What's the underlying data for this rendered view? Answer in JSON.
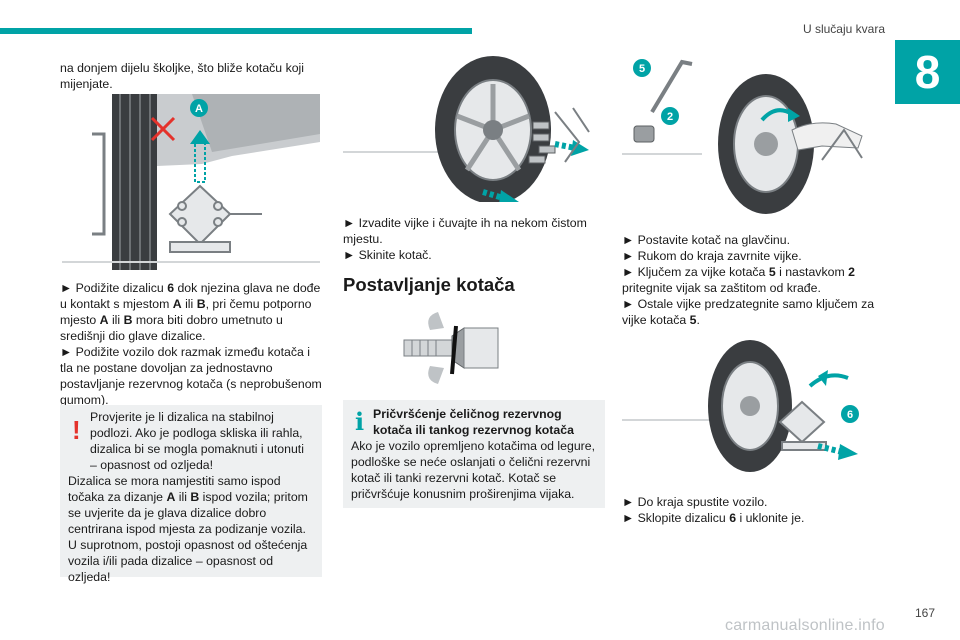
{
  "header": {
    "title": "U slučaju kvara",
    "chapter": "8"
  },
  "col1": {
    "intro": "na donjem dijelu školjke, što bliže kotaču koji mijenjate.",
    "step1_pre": "► Podižite dizalicu ",
    "step1_b1": "6",
    "step1_mid1": " dok njezina glava ne dođe u kontakt s mjestom ",
    "step1_b2": "A",
    "step1_mid2": " ili ",
    "step1_b3": "B",
    "step1_mid3": ", pri čemu potporno mjesto ",
    "step1_b4": "A",
    "step1_mid4": " ili ",
    "step1_b5": "B",
    "step1_end": " mora biti dobro umetnuto u središnji dio glave dizalice.",
    "step2": "► Podižite vozilo dok razmak između kotača i tla ne postane dovoljan za jednostavno postavljanje rezervnog kotača (s neprobušenom gumom).",
    "fig_label_a": "A"
  },
  "warning": {
    "icon": "!",
    "line1": "Provjerite je li dizalica na stabilnoj podlozi. Ako je podloga skliska ili rahla, dizalica bi se mogla pomaknuti i utonuti – opasnost od ozljeda!",
    "line2_pre": "Dizalica se mora namjestiti samo ispod točaka za dizanje ",
    "line2_b1": "A",
    "line2_mid": " ili ",
    "line2_b2": "B",
    "line2_end": " ispod vozila; pritom se uvjerite da je glava dizalice dobro centrirana ispod mjesta za podizanje vozila.",
    "line3": "U suprotnom, postoji opasnost od oštećenja vozila i/ili pada dizalice – opasnost od ozljeda!"
  },
  "col2": {
    "step1": "► Izvadite vijke i čuvajte ih na nekom čistom mjestu.",
    "step2": "► Skinite kotač.",
    "section_title": "Postavljanje kotača"
  },
  "info": {
    "icon": "i",
    "title": "Pričvršćenje čeličnog rezervnog kotača ili tankog rezervnog kotača",
    "body": "Ako je vozilo opremljeno kotačima od legure, podloške se neće oslanjati o čelični rezervni kotač ili tanki rezervni kotač. Kotač se pričvršćuje konusnim proširenjima vijaka."
  },
  "col3": {
    "fig_label_5": "5",
    "fig_label_2": "2",
    "fig_label_6": "6",
    "s1": "► Postavite kotač na glavčinu.",
    "s2": "► Rukom do kraja zavrnite vijke.",
    "s3_pre": "► Ključem za vijke kotača ",
    "s3_b1": "5",
    "s3_mid": " i nastavkom ",
    "s3_b2": "2",
    "s3_end": " pritegnite vijak sa zaštitom od krađe.",
    "s4_pre": "► Ostale vijke predzategnite samo ključem za vijke kotača ",
    "s4_b": "5",
    "s4_end": ".",
    "s5": "► Do kraja spustite vozilo.",
    "s6_pre": "► Sklopite dizalicu ",
    "s6_b": "6",
    "s6_end": " i uklonite je."
  },
  "footer": {
    "page": "167",
    "watermark": "carmanualsonline.info"
  },
  "colors": {
    "accent": "#00a3a6",
    "warning": "#e4322b",
    "box_bg": "#eef0f1"
  }
}
